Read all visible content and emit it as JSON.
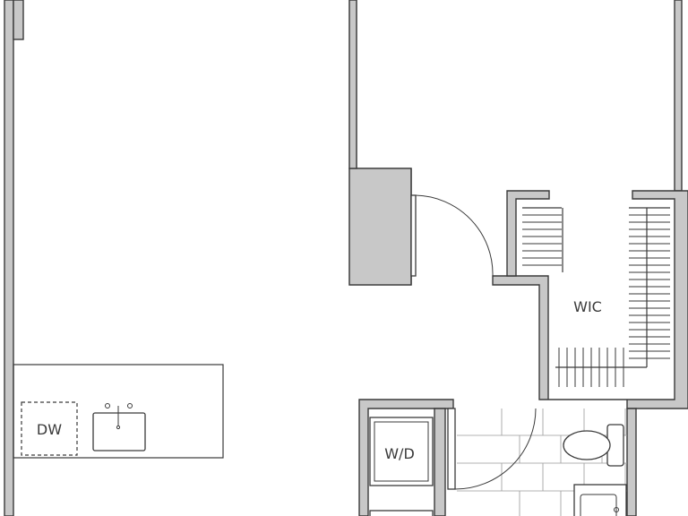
{
  "labels": {
    "wic": "WIC",
    "dw": "DW",
    "wd": "W/D"
  },
  "colors": {
    "wall_fill": "#c8c8c8",
    "line": "#3a3a3a",
    "background": "#ffffff"
  }
}
